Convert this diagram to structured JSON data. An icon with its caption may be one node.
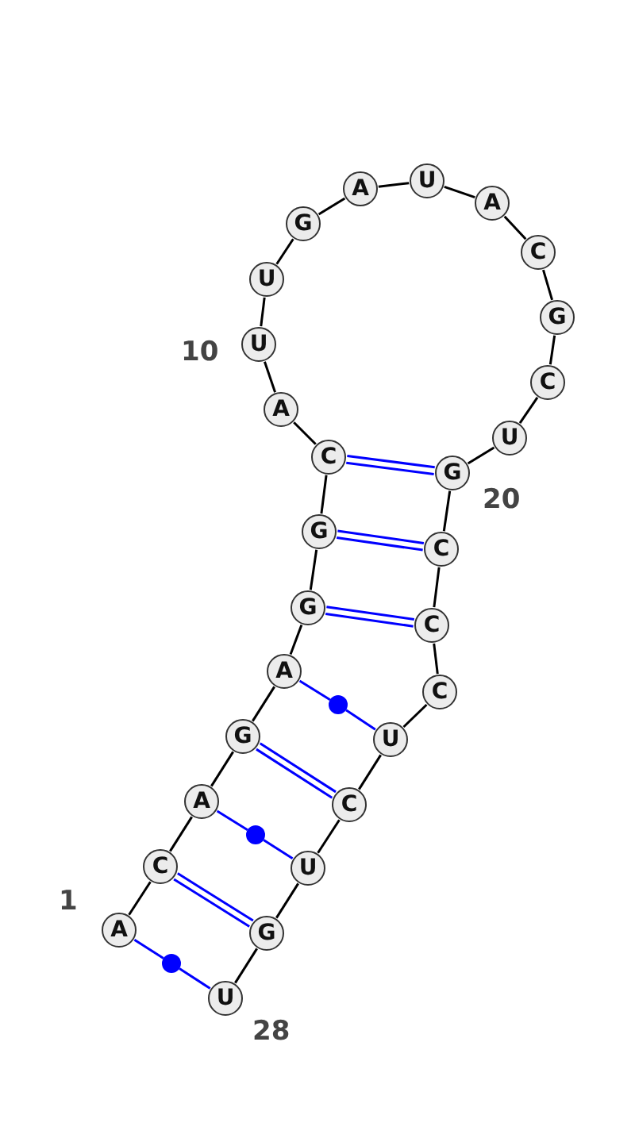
{
  "diagram": {
    "nodes": [
      {
        "text": [
          "A"
        ]
      },
      {
        "text": [
          "C"
        ]
      },
      {
        "text": [
          "A"
        ]
      },
      {
        "text": [
          "G"
        ]
      },
      {
        "text": [
          "A"
        ]
      },
      {
        "text": [
          "G"
        ]
      },
      {
        "text": [
          "G"
        ]
      },
      {
        "text": [
          "C"
        ]
      },
      {
        "text": [
          "A"
        ]
      },
      {
        "text": [
          "U"
        ]
      },
      {
        "text": [
          "U"
        ]
      },
      {
        "text": [
          "G"
        ]
      },
      {
        "text": [
          "A"
        ]
      },
      {
        "text": [
          "U"
        ]
      },
      {
        "text": [
          "A"
        ]
      },
      {
        "text": [
          "C"
        ]
      },
      {
        "text": [
          "G"
        ]
      },
      {
        "text": [
          "C"
        ]
      },
      {
        "text": [
          "U"
        ]
      },
      {
        "text": [
          "G"
        ]
      },
      {
        "text": [
          "C"
        ]
      },
      {
        "text": [
          "C"
        ]
      },
      {
        "text": [
          "C"
        ]
      },
      {
        "text": [
          "U"
        ]
      },
      {
        "text": [
          "C"
        ]
      },
      {
        "text": [
          "U"
        ]
      },
      {
        "text": [
          "G"
        ]
      },
      {
        "text": [
          "U"
        ]
      },
      {
        "text": [],
        "shape": "circle"
      },
      {
        "text": [],
        "shape": "circle"
      },
      {
        "text": [],
        "shape": "circle"
      }
    ],
    "edges": [
      {
        "from": 0,
        "to": 1,
        "arrow": "none"
      },
      {
        "from": 1,
        "to": 2,
        "arrow": "none"
      },
      {
        "from": 2,
        "to": 3,
        "arrow": "none"
      },
      {
        "from": 3,
        "to": 4,
        "arrow": "none"
      },
      {
        "from": 4,
        "to": 5,
        "arrow": "none"
      },
      {
        "from": 5,
        "to": 6,
        "arrow": "none"
      },
      {
        "from": 6,
        "to": 7,
        "arrow": "none"
      },
      {
        "from": 7,
        "to": 8,
        "arrow": "none"
      },
      {
        "from": 8,
        "to": 9,
        "arrow": "none"
      },
      {
        "from": 9,
        "to": 10,
        "arrow": "none"
      },
      {
        "from": 10,
        "to": 11,
        "arrow": "none"
      },
      {
        "from": 11,
        "to": 12,
        "arrow": "none"
      },
      {
        "from": 12,
        "to": 13,
        "arrow": "none"
      },
      {
        "from": 13,
        "to": 14,
        "arrow": "none"
      },
      {
        "from": 14,
        "to": 15,
        "arrow": "none"
      },
      {
        "from": 15,
        "to": 16,
        "arrow": "none"
      },
      {
        "from": 16,
        "to": 17,
        "arrow": "none"
      },
      {
        "from": 17,
        "to": 18,
        "arrow": "none"
      },
      {
        "from": 18,
        "to": 19,
        "arrow": "none"
      },
      {
        "from": 19,
        "to": 20,
        "arrow": "none"
      },
      {
        "from": 20,
        "to": 21,
        "arrow": "none"
      },
      {
        "from": 21,
        "to": 22,
        "arrow": "none"
      },
      {
        "from": 22,
        "to": 23,
        "arrow": "none"
      },
      {
        "from": 23,
        "to": 24,
        "arrow": "none"
      },
      {
        "from": 24,
        "to": 25,
        "arrow": "none"
      },
      {
        "from": 25,
        "to": 26,
        "arrow": "none"
      },
      {
        "from": 26,
        "to": 27,
        "arrow": "none"
      },
      {
        "from": 0,
        "to": 30,
        "arrow": "none",
        "color": "#0000ff"
      },
      {
        "from": 1,
        "to": 26,
        "arrow": "none",
        "color": "#0000ff"
      },
      {
        "from": 2,
        "to": 29,
        "arrow": "none",
        "color": "#0000ff"
      },
      {
        "from": 3,
        "to": 24,
        "arrow": "none",
        "color": "#0000ff"
      },
      {
        "from": 4,
        "to": 28,
        "arrow": "none",
        "color": "#0000ff"
      },
      {
        "from": 5,
        "to": 21,
        "arrow": "none",
        "color": "#0000ff"
      },
      {
        "from": 6,
        "to": 20,
        "arrow": "none",
        "color": "#0000ff"
      },
      {
        "from": 7,
        "to": 19,
        "arrow": "none",
        "color": "#0000ff"
      },
      {
        "from": 30,
        "to": 27,
        "arrow": "none",
        "color": "#0000ff"
      },
      {
        "from": 29,
        "to": 25,
        "arrow": "none",
        "color": "#0000ff"
      },
      {
        "from": 28,
        "to": 23,
        "arrow": "none",
        "color": "#0000ff"
      }
    ],
    "labels": [
      "10",
      "20",
      "1",
      "28"
    ]
  }
}
